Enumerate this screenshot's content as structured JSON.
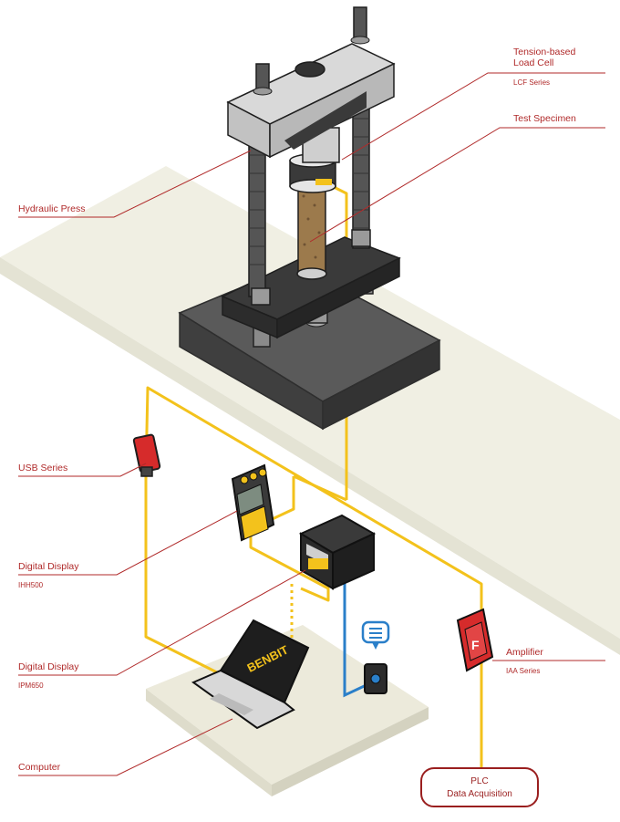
{
  "labels": {
    "load_cell_title": "Tension-based",
    "load_cell_title2": "Load Cell",
    "load_cell_series": "LCF Series",
    "test_specimen": "Test Specimen",
    "hydraulic_press": "Hydraulic Press",
    "usb_series": "USB Series",
    "digital_display_1": "Digital Display",
    "digital_display_1_model": "IHH500",
    "digital_display_2": "Digital Display",
    "digital_display_2_model": "IPM650",
    "computer": "Computer",
    "amplifier": "Amplifier",
    "amplifier_series": "IAA Series",
    "plc_line1": "PLC",
    "plc_line2": "Data Acquisition"
  },
  "laptop_brand": "BENBIT",
  "colors": {
    "leader": "#b02a2a",
    "cable_yellow": "#f3c21c",
    "cable_blue": "#2a7fc9",
    "floor": "#f0efe3",
    "press_dark": "#4a4a4a",
    "amplifier_red": "#d62b2b"
  }
}
